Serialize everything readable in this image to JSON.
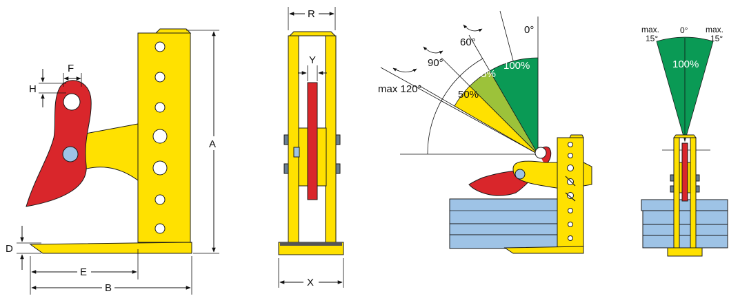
{
  "colors": {
    "yellow": "#ffe100",
    "red": "#d9262b",
    "blue": "#9ec3e6",
    "green": "#0a9a55",
    "lightgreen": "#9cc23a",
    "outline": "#1a1a1a"
  },
  "side_view": {
    "labels": {
      "A": "A",
      "B": "B",
      "D": "D",
      "E": "E",
      "F": "F",
      "H": "H"
    }
  },
  "front_view": {
    "labels": {
      "R": "R",
      "X": "X",
      "Y": "Y"
    }
  },
  "angle_diagram": {
    "angles": {
      "a0": "0°",
      "a60": "60°",
      "a90": "90°",
      "a120": "max 120°"
    },
    "sectors": {
      "p100": "100%",
      "p75": "75%",
      "p50": "50%"
    }
  },
  "tilt_diagram": {
    "left": {
      "line1": "max.",
      "line2": "15°"
    },
    "center": "0°",
    "right": {
      "line1": "max.",
      "line2": "15°"
    },
    "sector": "100%"
  }
}
